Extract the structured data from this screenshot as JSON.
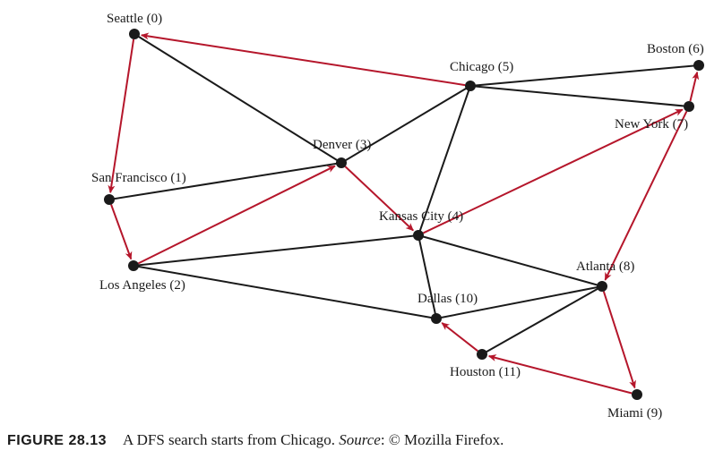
{
  "colors": {
    "undirected_edge": "#1a1a1a",
    "dfs_edge": "#b5162b",
    "node": "#1a1a1a"
  },
  "cities": {
    "seattle": "Seattle (0)",
    "san_francisco": "San Francisco (1)",
    "los_angeles": "Los Angeles (2)",
    "denver": "Denver (3)",
    "kansas_city": "Kansas City (4)",
    "chicago": "Chicago (5)",
    "boston": "Boston (6)",
    "new_york": "New York (7)",
    "atlanta": "Atlanta (8)",
    "miami": "Miami (9)",
    "dallas": "Dallas (10)",
    "houston": "Houston (11)"
  },
  "undirected_edges": [
    [
      "seattle",
      "denver"
    ],
    [
      "san_francisco",
      "denver"
    ],
    [
      "los_angeles",
      "kansas_city"
    ],
    [
      "los_angeles",
      "dallas"
    ],
    [
      "denver",
      "chicago"
    ],
    [
      "chicago",
      "boston"
    ],
    [
      "chicago",
      "new_york"
    ],
    [
      "chicago",
      "kansas_city"
    ],
    [
      "kansas_city",
      "atlanta"
    ],
    [
      "kansas_city",
      "dallas"
    ],
    [
      "dallas",
      "atlanta"
    ],
    [
      "atlanta",
      "houston"
    ]
  ],
  "dfs_edges": [
    [
      "chicago",
      "seattle"
    ],
    [
      "seattle",
      "san_francisco"
    ],
    [
      "san_francisco",
      "los_angeles"
    ],
    [
      "los_angeles",
      "denver"
    ],
    [
      "denver",
      "kansas_city"
    ],
    [
      "kansas_city",
      "new_york"
    ],
    [
      "new_york",
      "boston"
    ],
    [
      "new_york",
      "atlanta"
    ],
    [
      "atlanta",
      "miami"
    ],
    [
      "miami",
      "houston"
    ],
    [
      "houston",
      "dallas"
    ]
  ],
  "caption": {
    "label": "Figure",
    "number": "28.13",
    "text": "A DFS search starts from Chicago.",
    "source_label": "Source",
    "source_text": ": © Mozilla Firefox."
  }
}
